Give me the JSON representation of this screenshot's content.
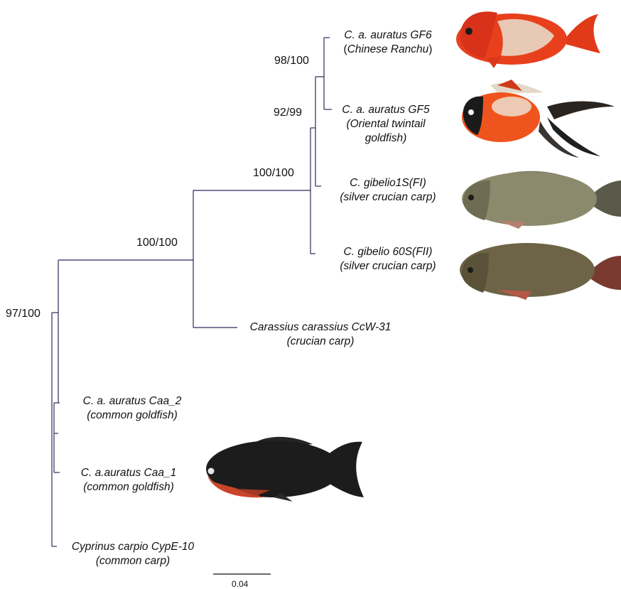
{
  "tree": {
    "support_values": {
      "root": "97/100",
      "carassius_clade": "100/100",
      "gibelio_auratus_clade": "100/100",
      "gf_clade": "92/99",
      "gf6_gf5": "98/100"
    },
    "taxa": [
      {
        "id": "gf6",
        "line1": "C. a. auratus GF6",
        "line2_open": "(",
        "line2_italic": "Chinese Ranchu",
        "line2_close": ")"
      },
      {
        "id": "gf5",
        "line1": "C. a. auratus GF5",
        "line2": "(Oriental twintail",
        "line3": "goldfish)"
      },
      {
        "id": "gib1s",
        "line1": "C. gibelio1S(FI)",
        "line2": "(silver crucian carp)"
      },
      {
        "id": "gib60s",
        "line1": "C. gibelio 60S(FII)",
        "line2": "(silver crucian carp)"
      },
      {
        "id": "ccw31",
        "line1": "Carassius carassius CcW-31",
        "line2": "(crucian carp)"
      },
      {
        "id": "caa2",
        "line1": "C. a. auratus Caa_2",
        "line2": "(common goldfish)"
      },
      {
        "id": "caa1",
        "line1": "C. a.auratus Caa_1",
        "line2": "(common goldfish)"
      },
      {
        "id": "cype10",
        "line1": "Cyprinus carpio CypE-10",
        "line2": "(common carp)"
      }
    ],
    "scale_bar": "0.04"
  },
  "colors": {
    "branch": "#2b2b5a",
    "ranchu": "#e8401c",
    "twintail": "#f0541e",
    "silver_crucian": "#8c8a6c",
    "silver_crucian_dark": "#6d6447",
    "black_goldfish": "#1c1c1c"
  },
  "images": {
    "gf6_photo": "chinese-ranchu-goldfish-photo",
    "gf5_photo": "oriental-twintail-goldfish-photo",
    "gib1s_photo": "silver-crucian-carp-photo",
    "gib60s_photo": "silver-crucian-carp-dark-photo",
    "caa1_photo": "black-common-goldfish-photo"
  }
}
